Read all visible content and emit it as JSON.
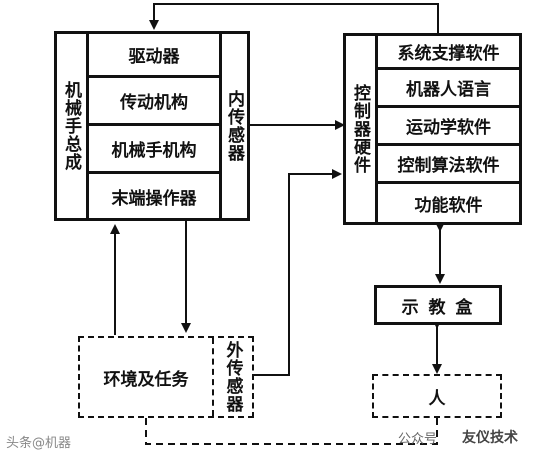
{
  "manipulator": {
    "side_label": "机械手总成",
    "rows": [
      "驱动器",
      "传动机构",
      "机械手机构",
      "末端操作器"
    ],
    "internal_sensor": "内传感器"
  },
  "controller": {
    "side_label": "控制器硬件",
    "rows": [
      "系统支撑软件",
      "机器人语言",
      "运动学软件",
      "控制算法软件",
      "功能软件"
    ]
  },
  "teach_pendant": "示 教 盒",
  "human": "人",
  "environment": {
    "label": "环境及任务",
    "external_sensor": "外传感器"
  },
  "watermarks": {
    "left": "头条@机器",
    "right_prefix": "公众号",
    "right_name": "友仪技术"
  }
}
